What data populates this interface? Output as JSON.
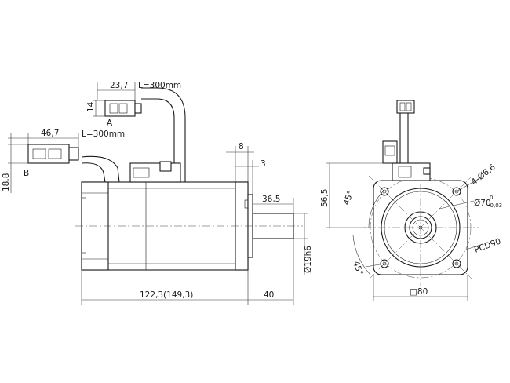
{
  "dimensions": {
    "connector_a_offset": "23,7",
    "cable_a_length": "L=300mm",
    "connector_a_height": "14",
    "connector_a_label": "A",
    "connector_b_offset": "46,7",
    "cable_b_length": "L=300mm",
    "connector_b_height": "18,8",
    "connector_b_label": "B",
    "flange_thickness": "8",
    "flange_spigot": "3",
    "shaft_length": "36,5",
    "body_length": "122,3(149,3)",
    "shaft_total": "40",
    "shaft_diameter": "Ø19h6",
    "front_height": "56,5",
    "bolt_angle": "45°",
    "bolt_angle_lower": "45°",
    "mount_holes": "4-Ø6,6",
    "pilot_diameter": "Ø70",
    "pilot_tol_upper": "0",
    "pilot_tol_lower": "-0,03",
    "pcd": "PCD90",
    "flange_square": "□80"
  },
  "colors": {
    "line": "#1a1a1a",
    "background": "#ffffff"
  }
}
